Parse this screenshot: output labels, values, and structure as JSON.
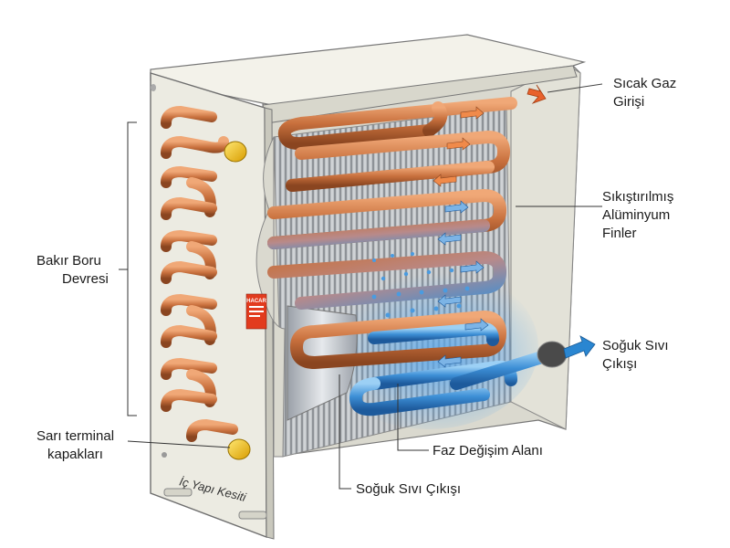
{
  "labels": {
    "hot_gas_inlet_line1": "Sıcak Gaz",
    "hot_gas_inlet_line2": "Girişi",
    "fins_line1": "Sıkıştırılmış",
    "fins_line2": "Alüminyum",
    "fins_line3": "Finler",
    "copper_circuit_line1": "Bakır Boru",
    "copper_circuit_line2": "Devresi",
    "cold_liquid_outlet_line1": "Soğuk Sıvı",
    "cold_liquid_outlet_line2": "Çıkışı",
    "phase_change_zone": "Faz Değişim Alanı",
    "cold_liquid_outlet_bottom": "Soğuk Sıvı Çıkışı",
    "yellow_caps_line1": "Sarı terminal",
    "yellow_caps_line2": "kapakları",
    "inner_section": "İç Yapı Kesiti",
    "warning_sticker": "HACAR"
  },
  "colors": {
    "copper": "#c8703d",
    "copper_dark": "#8a4520",
    "cold_blue": "#3d8fd6",
    "housing": "#ecebe2",
    "cap_yellow": "#f2c418",
    "arrow_hot": "#e8612c",
    "arrow_cold": "#2a86d1"
  }
}
